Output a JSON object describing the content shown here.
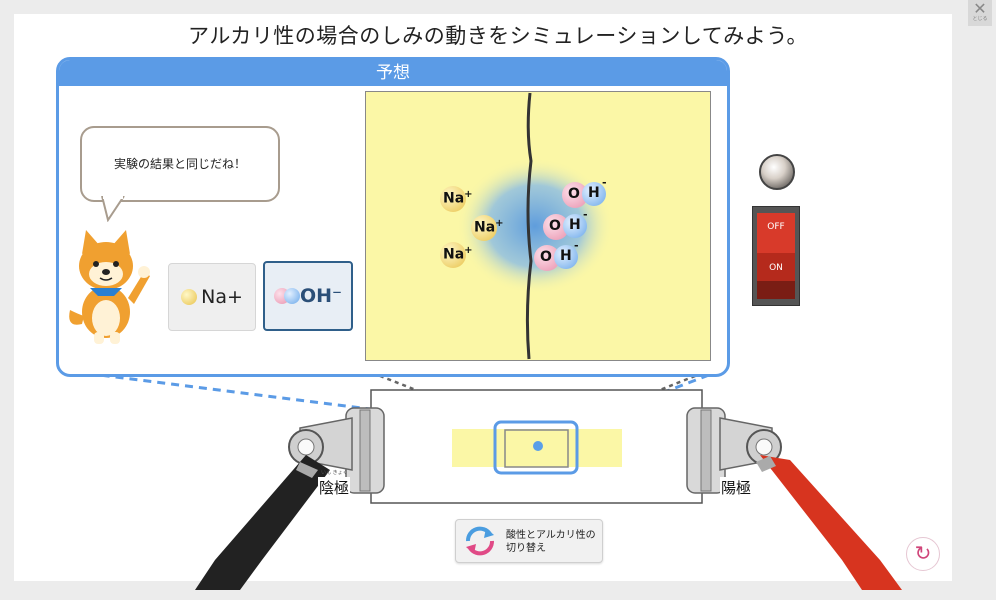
{
  "page": {
    "title": "アルカリ性の場合のしみの動きをシミュレーションしてみよう。",
    "close_label": "とじる"
  },
  "prediction_panel": {
    "header": "予想",
    "speech_bubble": "実験の結果と同じだね！",
    "legend": {
      "cation_label": "Na+",
      "anion_label": "OH⁻"
    },
    "ions": {
      "na_symbol": "Na",
      "na_charge": "+",
      "oh_o": "O",
      "oh_h": "H",
      "oh_charge": "-"
    }
  },
  "apparatus": {
    "cathode_label": "陰極",
    "cathode_ruby": "いん きょく",
    "anode_label": "陽極"
  },
  "controls": {
    "toggle_label_line1": "酸性とアルカリ性の",
    "toggle_label_line2": "切り替え",
    "switch_off": "OFF",
    "switch_on": "ON"
  },
  "colors": {
    "panel_blue": "#5b9be6",
    "paper_yellow": "#fbf7a6",
    "anion_glow": "#5a9fe8",
    "cathode_clip": "#222222",
    "anode_clip": "#d7341f",
    "switch_red": "#d83a2a"
  }
}
